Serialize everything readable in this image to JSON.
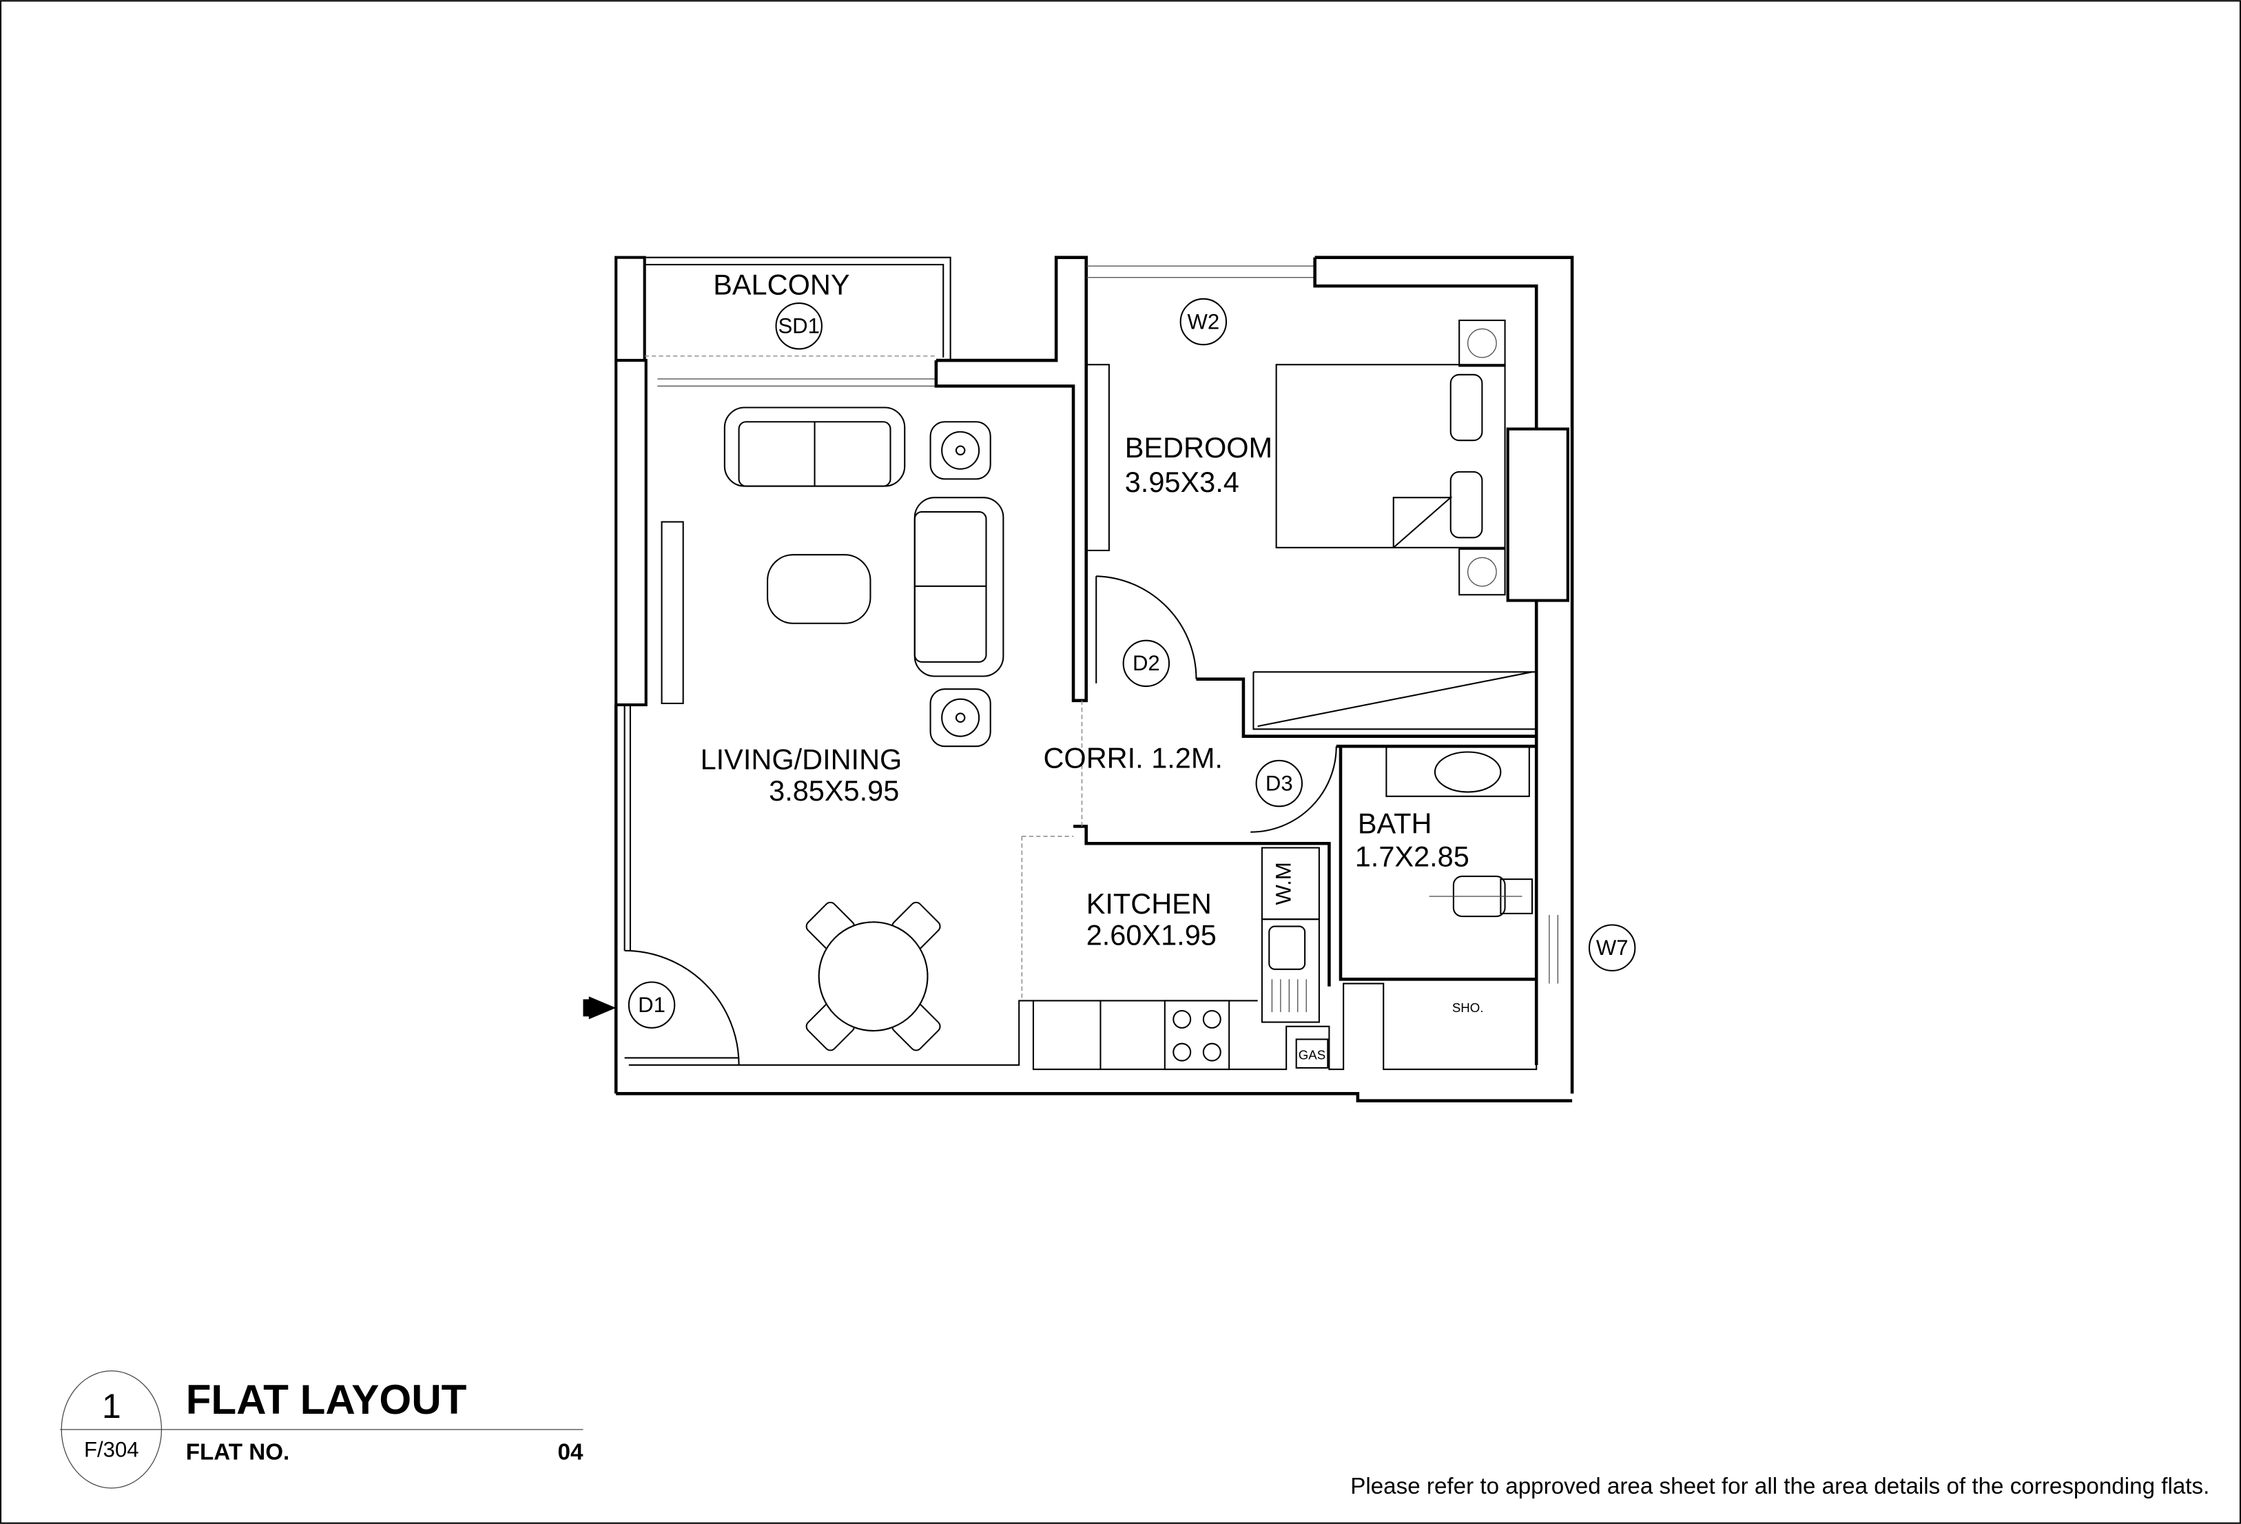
{
  "rooms": {
    "balcony": {
      "name": "BALCONY"
    },
    "bedroom": {
      "name": "BEDROOM",
      "size": "3.95X3.4"
    },
    "living": {
      "name": "LIVING/DINING",
      "size": "3.85X5.95"
    },
    "corridor": {
      "name": "CORRI. 1.2M."
    },
    "kitchen": {
      "name": "KITCHEN",
      "size": "2.60X1.95"
    },
    "bath": {
      "name": "BATH",
      "size": "1.7X2.85"
    },
    "shower": {
      "name": "SHO."
    }
  },
  "fixtures": {
    "washing_machine": "W.M",
    "gas": "GAS"
  },
  "tags": {
    "sd1": "SD1",
    "w2": "W2",
    "d1": "D1",
    "d2": "D2",
    "d3": "D3",
    "w7": "W7"
  },
  "title_block": {
    "number": "1",
    "sheet": "F/304",
    "title": "FLAT LAYOUT",
    "flat_label": "FLAT NO.",
    "flat_no": "04"
  },
  "note": "Please refer to approved area sheet for all the area details of the corresponding flats."
}
